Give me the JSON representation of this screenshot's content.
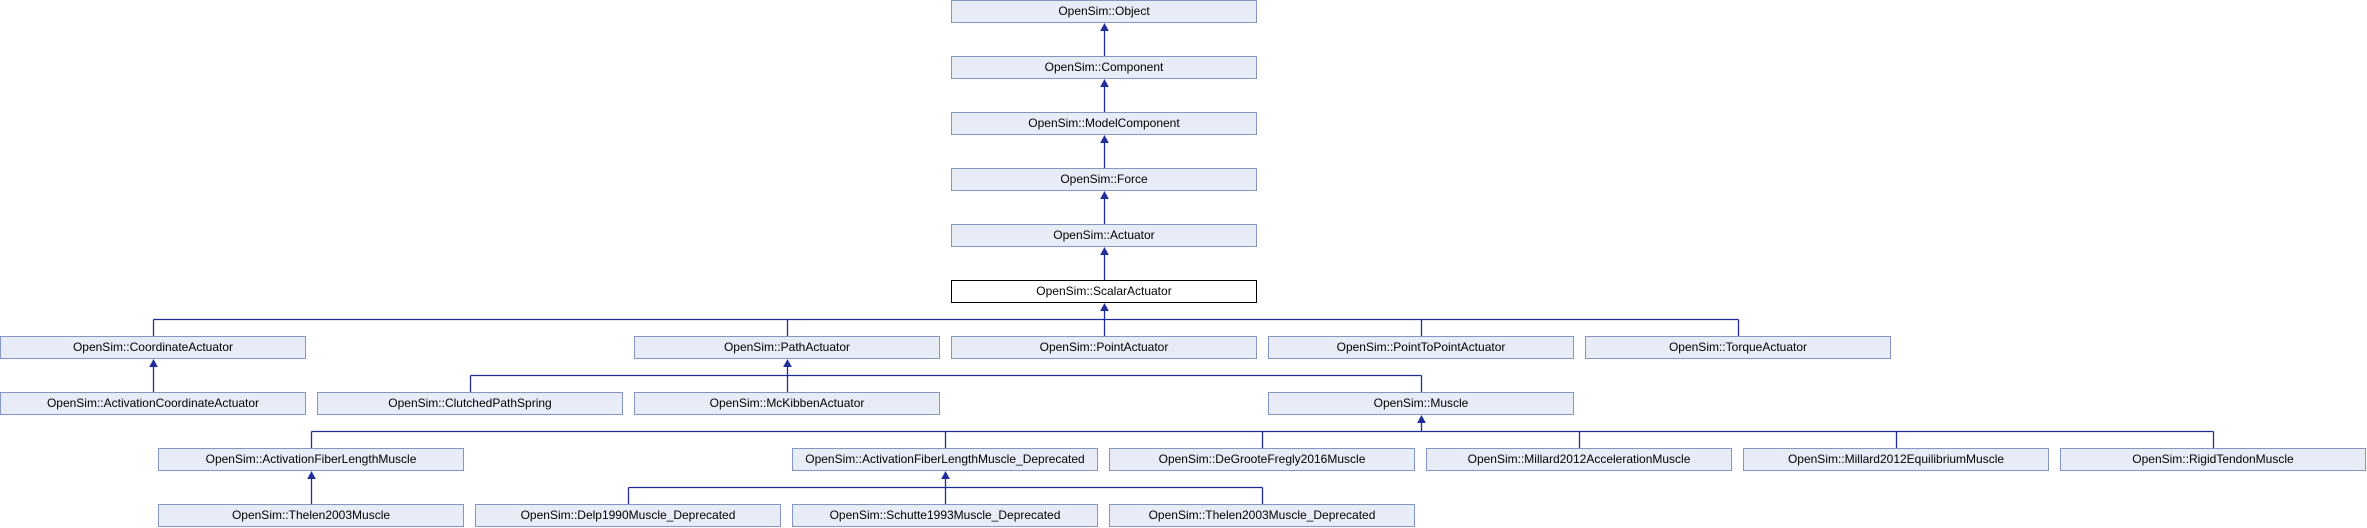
{
  "colors": {
    "node_fill": "#e8ecf7",
    "node_border": "#8496c4",
    "current_fill": "#ffffff",
    "current_border": "#000000",
    "edge": "#1f2d9c"
  },
  "diagram": {
    "nodes": {
      "object": "OpenSim::Object",
      "component": "OpenSim::Component",
      "model_component": "OpenSim::ModelComponent",
      "force": "OpenSim::Force",
      "actuator": "OpenSim::Actuator",
      "scalar_actuator": "OpenSim::ScalarActuator",
      "coordinate_actuator": "OpenSim::CoordinateActuator",
      "path_actuator": "OpenSim::PathActuator",
      "point_actuator": "OpenSim::PointActuator",
      "point_to_point_actuator": "OpenSim::PointToPointActuator",
      "torque_actuator": "OpenSim::TorqueActuator",
      "activation_coordinate_actuator": "OpenSim::ActivationCoordinateActuator",
      "clutched_path_spring": "OpenSim::ClutchedPathSpring",
      "mckibben_actuator": "OpenSim::McKibbenActuator",
      "muscle": "OpenSim::Muscle",
      "activation_fiber_length_muscle": "OpenSim::ActivationFiberLengthMuscle",
      "activation_fiber_length_muscle_deprecated": "OpenSim::ActivationFiberLengthMuscle_Deprecated",
      "degroote_fregly_2016_muscle": "OpenSim::DeGrooteFregly2016Muscle",
      "millard2012_acceleration_muscle": "OpenSim::Millard2012AccelerationMuscle",
      "millard2012_equilibrium_muscle": "OpenSim::Millard2012EquilibriumMuscle",
      "rigid_tendon_muscle": "OpenSim::RigidTendonMuscle",
      "thelen2003_muscle": "OpenSim::Thelen2003Muscle",
      "delp1990_muscle_deprecated": "OpenSim::Delp1990Muscle_Deprecated",
      "schutte1993_muscle_deprecated": "OpenSim::Schutte1993Muscle_Deprecated",
      "thelen2003_muscle_deprecated": "OpenSim::Thelen2003Muscle_Deprecated"
    },
    "current": "scalar_actuator",
    "inheritance": [
      [
        "component",
        "object"
      ],
      [
        "model_component",
        "component"
      ],
      [
        "force",
        "model_component"
      ],
      [
        "actuator",
        "force"
      ],
      [
        "scalar_actuator",
        "actuator"
      ],
      [
        "coordinate_actuator",
        "scalar_actuator"
      ],
      [
        "path_actuator",
        "scalar_actuator"
      ],
      [
        "point_actuator",
        "scalar_actuator"
      ],
      [
        "point_to_point_actuator",
        "scalar_actuator"
      ],
      [
        "torque_actuator",
        "scalar_actuator"
      ],
      [
        "activation_coordinate_actuator",
        "coordinate_actuator"
      ],
      [
        "clutched_path_spring",
        "path_actuator"
      ],
      [
        "mckibben_actuator",
        "path_actuator"
      ],
      [
        "muscle",
        "path_actuator"
      ],
      [
        "activation_fiber_length_muscle",
        "muscle"
      ],
      [
        "activation_fiber_length_muscle_deprecated",
        "muscle"
      ],
      [
        "degroote_fregly_2016_muscle",
        "muscle"
      ],
      [
        "millard2012_acceleration_muscle",
        "muscle"
      ],
      [
        "millard2012_equilibrium_muscle",
        "muscle"
      ],
      [
        "rigid_tendon_muscle",
        "muscle"
      ],
      [
        "thelen2003_muscle",
        "activation_fiber_length_muscle"
      ],
      [
        "delp1990_muscle_deprecated",
        "activation_fiber_length_muscle_deprecated"
      ],
      [
        "schutte1993_muscle_deprecated",
        "activation_fiber_length_muscle_deprecated"
      ],
      [
        "thelen2003_muscle_deprecated",
        "activation_fiber_length_muscle_deprecated"
      ]
    ]
  }
}
